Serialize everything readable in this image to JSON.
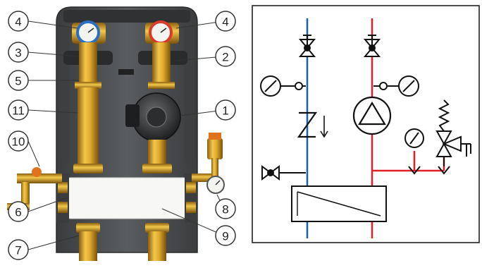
{
  "callouts": [
    {
      "label": "4"
    },
    {
      "label": "3"
    },
    {
      "label": "5"
    },
    {
      "label": "11"
    },
    {
      "label": "10"
    },
    {
      "label": "6"
    },
    {
      "label": "7"
    },
    {
      "label": "4"
    },
    {
      "label": "2"
    },
    {
      "label": "1"
    },
    {
      "label": "8"
    },
    {
      "label": "9"
    }
  ],
  "colors": {
    "supply_line": "#e31e24",
    "return_line": "#1f5fa8",
    "housing": "#4a4d50",
    "brass": "#d9a72b",
    "outline": "#222222"
  },
  "icons": [
    "thermometer-icon",
    "pump-icon",
    "check-valve-icon",
    "ball-valve-icon",
    "pressure-gauge-icon",
    "safety-valve-icon",
    "heat-exchanger-icon"
  ]
}
